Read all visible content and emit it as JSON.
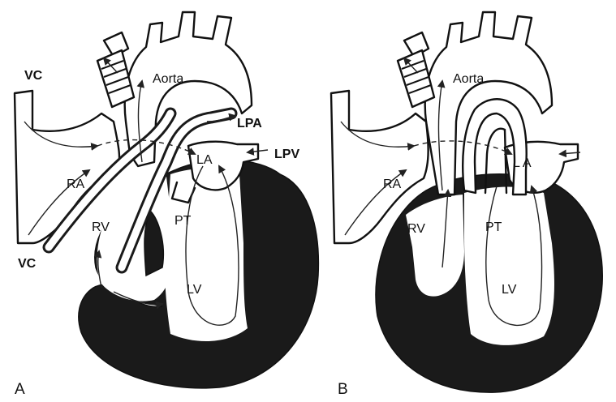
{
  "panels": [
    {
      "id": "A",
      "panel_label": "A",
      "labels": {
        "aorta": "Aorta",
        "vc_top": "VC",
        "vc_bottom": "VC",
        "lpa": "LPA",
        "lpv": "LPV",
        "ra": "RA",
        "la": "LA",
        "rv": "RV",
        "pt": "PT",
        "lv": "LV"
      }
    },
    {
      "id": "B",
      "panel_label": "B",
      "labels": {
        "aorta": "Aorta",
        "ra": "RA",
        "la": "L A",
        "rv": "RV",
        "pt": "PT",
        "lv": "LV"
      }
    }
  ],
  "colors": {
    "ink": "#111111",
    "myocardium": "#1a1a1a",
    "background": "#ffffff"
  }
}
